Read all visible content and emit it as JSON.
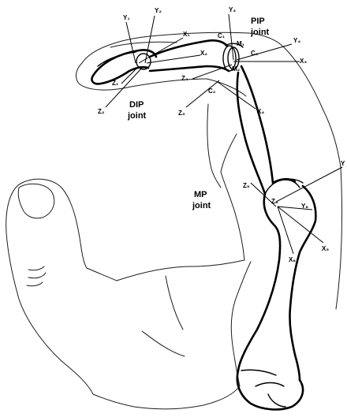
{
  "joints": {
    "pip": [
      "PIP",
      "joint"
    ],
    "dip": [
      "DIP",
      "joint"
    ],
    "mp": [
      "MP",
      "joint"
    ]
  },
  "axis_labels": {
    "y1": "Y₁",
    "y2": "Y₂",
    "y3": "Y₃",
    "y4": "Y₄",
    "y6": "Y₆",
    "y_mp": "Y",
    "x1": "X₁",
    "x2": "X₂",
    "x3": "X₃",
    "x4": "X₄",
    "x5": "X₅",
    "x6": "X₆",
    "z1": "Z₁",
    "z2": "Z₂",
    "z3": "Z₃",
    "z4": "Z₄",
    "z5": "Z₅",
    "z6": "Z₆",
    "c0": "C₀",
    "c1": "C₁",
    "c2": "C₂",
    "m1": "M₁",
    "m2": "M₂"
  }
}
